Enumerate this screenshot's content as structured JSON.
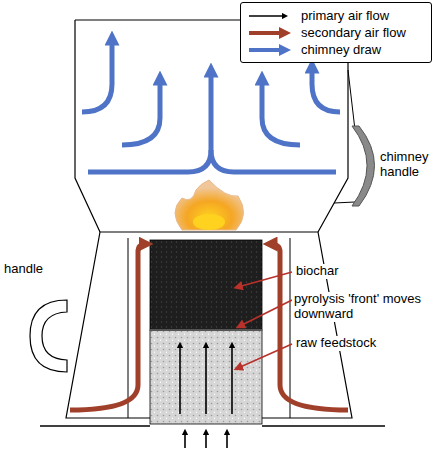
{
  "diagram": {
    "labels": [
      "chimney handle",
      "handle",
      "biochar",
      "pyrolysis 'front' moves downward",
      "raw feedstock"
    ],
    "legend": [
      {
        "text": "primary air flow"
      },
      {
        "text": "secondary air flow"
      },
      {
        "text": "chimney draw"
      }
    ]
  }
}
